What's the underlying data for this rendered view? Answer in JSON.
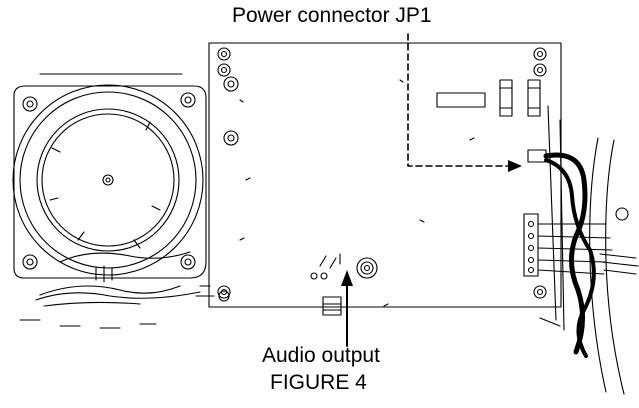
{
  "labels": {
    "power_connector": "Power connector JP1",
    "audio_output": "Audio output",
    "figure_caption": "FIGURE 4"
  },
  "colors": {
    "ink": "#000000",
    "background": "#ffffff"
  },
  "icons": [
    "speaker-icon",
    "circuit-board-icon",
    "wire-harness-icon",
    "terminal-block-icon"
  ]
}
